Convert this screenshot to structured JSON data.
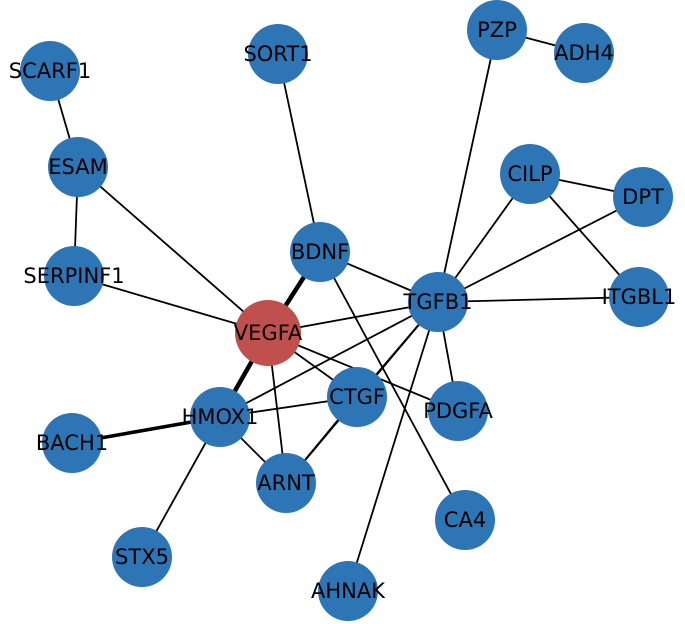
{
  "colors": {
    "default_node": "#2e75b6",
    "highlight_node": "#c0504d",
    "edge": "#000000",
    "label": "#000000",
    "background": "#ffffff"
  },
  "nodes": [
    {
      "id": "VEGFA",
      "label": "VEGFA",
      "highlight": true
    },
    {
      "id": "TGFB1",
      "label": "TGFB1"
    },
    {
      "id": "BDNF",
      "label": "BDNF"
    },
    {
      "id": "HMOX1",
      "label": "HMOX1"
    },
    {
      "id": "CTGF",
      "label": "CTGF"
    },
    {
      "id": "PDGFA",
      "label": "PDGFA"
    },
    {
      "id": "ARNT",
      "label": "ARNT"
    },
    {
      "id": "ESAM",
      "label": "ESAM"
    },
    {
      "id": "SCARF1",
      "label": "SCARF1"
    },
    {
      "id": "SERPINF1",
      "label": "SERPINF1"
    },
    {
      "id": "SORT1",
      "label": "SORT1"
    },
    {
      "id": "PZP",
      "label": "PZP"
    },
    {
      "id": "ADH4",
      "label": "ADH4"
    },
    {
      "id": "CILP",
      "label": "CILP"
    },
    {
      "id": "DPT",
      "label": "DPT"
    },
    {
      "id": "ITGBL1",
      "label": "ITGBL1"
    },
    {
      "id": "BACH1",
      "label": "BACH1"
    },
    {
      "id": "STX5",
      "label": "STX5"
    },
    {
      "id": "AHNAK",
      "label": "AHNAK"
    },
    {
      "id": "CA4",
      "label": "CA4"
    }
  ],
  "edges": [
    {
      "source": "SCARF1",
      "target": "ESAM",
      "weight": 1
    },
    {
      "source": "ESAM",
      "target": "SERPINF1",
      "weight": 1
    },
    {
      "source": "ESAM",
      "target": "VEGFA",
      "weight": 1
    },
    {
      "source": "SERPINF1",
      "target": "VEGFA",
      "weight": 1
    },
    {
      "source": "SORT1",
      "target": "BDNF",
      "weight": 1
    },
    {
      "source": "PZP",
      "target": "ADH4",
      "weight": 1
    },
    {
      "source": "PZP",
      "target": "TGFB1",
      "weight": 1
    },
    {
      "source": "CILP",
      "target": "DPT",
      "weight": 1
    },
    {
      "source": "CILP",
      "target": "ITGBL1",
      "weight": 1
    },
    {
      "source": "CILP",
      "target": "TGFB1",
      "weight": 1
    },
    {
      "source": "DPT",
      "target": "TGFB1",
      "weight": 1
    },
    {
      "source": "ITGBL1",
      "target": "TGFB1",
      "weight": 1
    },
    {
      "source": "BDNF",
      "target": "VEGFA",
      "weight": 2.5
    },
    {
      "source": "BDNF",
      "target": "TGFB1",
      "weight": 1
    },
    {
      "source": "BDNF",
      "target": "CA4",
      "weight": 1
    },
    {
      "source": "VEGFA",
      "target": "TGFB1",
      "weight": 1
    },
    {
      "source": "VEGFA",
      "target": "HMOX1",
      "weight": 2.5
    },
    {
      "source": "VEGFA",
      "target": "CTGF",
      "weight": 1
    },
    {
      "source": "VEGFA",
      "target": "PDGFA",
      "weight": 1
    },
    {
      "source": "VEGFA",
      "target": "ARNT",
      "weight": 1
    },
    {
      "source": "TGFB1",
      "target": "CTGF",
      "weight": 1
    },
    {
      "source": "TGFB1",
      "target": "PDGFA",
      "weight": 1
    },
    {
      "source": "TGFB1",
      "target": "HMOX1",
      "weight": 1
    },
    {
      "source": "TGFB1",
      "target": "ARNT",
      "weight": 1
    },
    {
      "source": "TGFB1",
      "target": "AHNAK",
      "weight": 1
    },
    {
      "source": "HMOX1",
      "target": "CTGF",
      "weight": 1
    },
    {
      "source": "HMOX1",
      "target": "ARNT",
      "weight": 1
    },
    {
      "source": "HMOX1",
      "target": "BACH1",
      "weight": 2
    },
    {
      "source": "HMOX1",
      "target": "STX5",
      "weight": 1
    },
    {
      "source": "CTGF",
      "target": "ARNT",
      "weight": 1
    }
  ]
}
